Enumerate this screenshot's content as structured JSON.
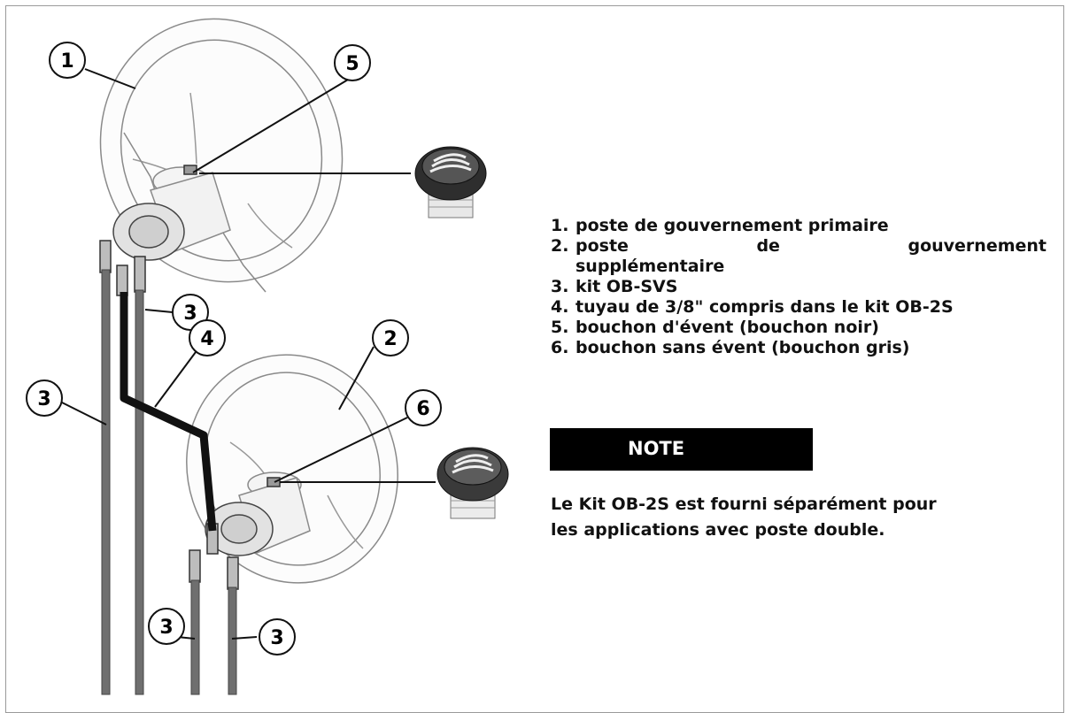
{
  "callouts": [
    "1",
    "5",
    "3",
    "2",
    "4",
    "3",
    "6",
    "3",
    "3"
  ],
  "legend": [
    {
      "num": "1.",
      "text": "poste de gouvernement primaire"
    },
    {
      "num": "2.",
      "words": [
        "poste",
        "de",
        "gouvernement"
      ],
      "cont": "supplémentaire"
    },
    {
      "num": "3.",
      "text": "kit OB-SVS"
    },
    {
      "num": "4.",
      "text": "tuyau de 3/8\" compris dans le kit OB-2S"
    },
    {
      "num": "5.",
      "text": "bouchon d'évent (bouchon noir)"
    },
    {
      "num": "6.",
      "text": "bouchon sans évent (bouchon gris)"
    }
  ],
  "note": {
    "label": "NOTE",
    "text_line1": "Le Kit OB-2S est fourni séparément pour",
    "text_line2": "les applications avec poste double."
  }
}
